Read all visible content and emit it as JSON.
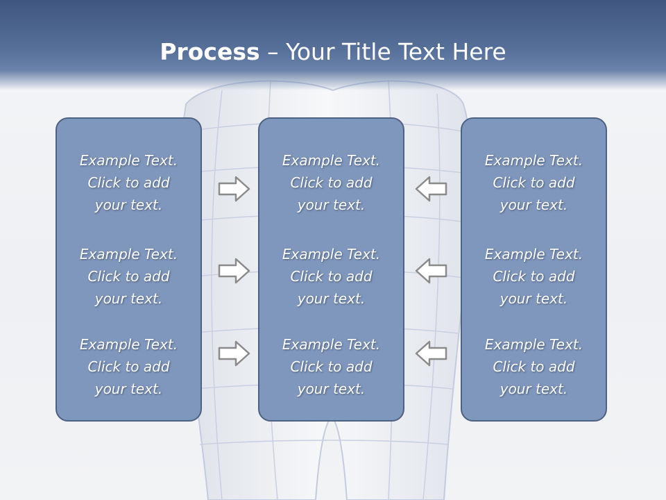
{
  "title": {
    "bold": "Process",
    "rest": " – Your Title Text Here"
  },
  "columns": [
    {
      "items": [
        {
          "line1": "Example Text.",
          "line2": "Click  to add",
          "line3": "your text."
        },
        {
          "line1": "Example Text.",
          "line2": "Click  to add",
          "line3": "your text."
        },
        {
          "line1": "Example Text.",
          "line2": "Click  to add",
          "line3": "your text."
        }
      ]
    },
    {
      "items": [
        {
          "line1": "Example Text.",
          "line2": "Click  to add",
          "line3": "your text."
        },
        {
          "line1": "Example Text.",
          "line2": "Click  to add",
          "line3": "your text."
        },
        {
          "line1": "Example Text.",
          "line2": "Click  to add",
          "line3": "your text."
        }
      ]
    },
    {
      "items": [
        {
          "line1": "Example Text.",
          "line2": "Click  to add",
          "line3": "your text."
        },
        {
          "line1": "Example Text.",
          "line2": "Click  to add",
          "line3": "your text."
        },
        {
          "line1": "Example Text.",
          "line2": "Click  to add",
          "line3": "your text."
        }
      ]
    }
  ],
  "arrows": {
    "left_side": "right-arrow-icon",
    "right_side": "left-arrow-icon"
  },
  "colors": {
    "header": "#3f5680",
    "box_fill": "#7f96bd",
    "box_border": "#4d6185",
    "arrow": "#8a8a8a"
  }
}
